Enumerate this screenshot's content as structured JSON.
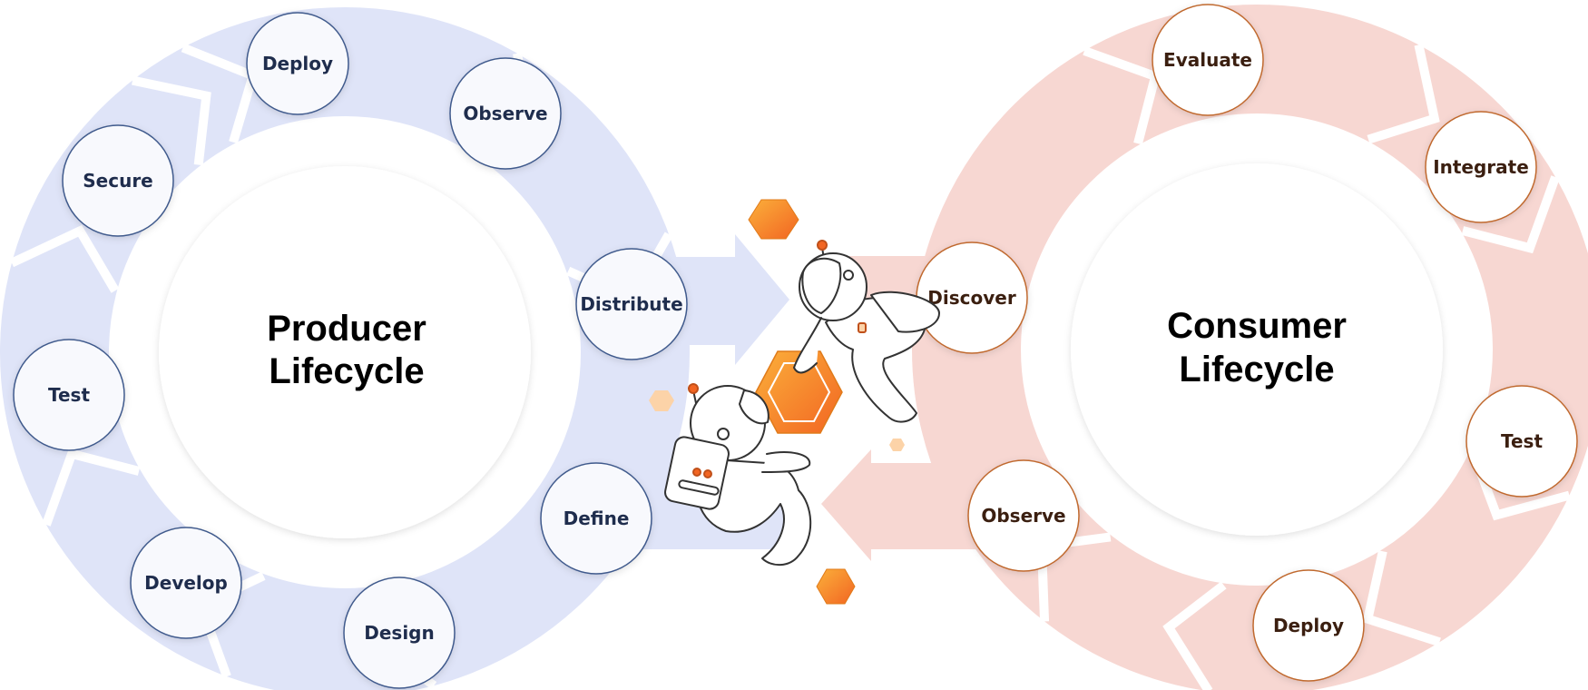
{
  "producer": {
    "title_line1": "Producer",
    "title_line2": "Lifecycle",
    "steps": [
      "Deploy",
      "Observe",
      "Distribute",
      "Define",
      "Design",
      "Develop",
      "Test",
      "Secure"
    ]
  },
  "consumer": {
    "title_line1": "Consumer",
    "title_line2": "Lifecycle",
    "steps": [
      "Evaluate",
      "Integrate",
      "Test",
      "Deploy",
      "Observe",
      "Discover"
    ]
  },
  "colors": {
    "producer_band": "#dfe4f8",
    "producer_border": "#3f5a8c",
    "producer_text": "#1f2d4d",
    "consumer_band": "#f7d7d2",
    "consumer_border": "#c0692f",
    "consumer_text": "#3b1f10",
    "hex_orange": "#f7931e"
  },
  "icons": [
    "astronaut-icon",
    "hexagon-icon"
  ]
}
